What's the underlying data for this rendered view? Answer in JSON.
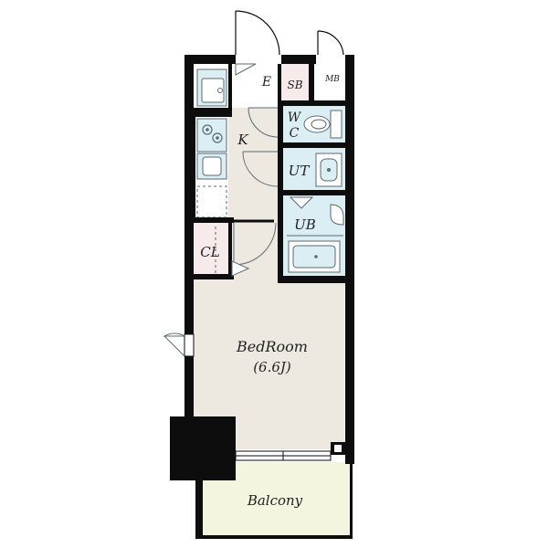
{
  "rooms": {
    "entrance": "E",
    "shoe_box": "SB",
    "meter_box": "MB",
    "wc_line1": "W",
    "wc_line2": "C",
    "kitchen": "K",
    "utility": "UT",
    "unit_bath": "UB",
    "closet": "CL",
    "bedroom_name": "BedRoom",
    "bedroom_size": "(6.6J)",
    "balcony": "Balcony"
  },
  "colors": {
    "wall": "#0d0d0d",
    "floor": "#ede9e1",
    "wet_area": "#dbeef4",
    "storage": "#f6ebea",
    "balcony": "#f3f5de",
    "fixture_stroke": "#5b6b72"
  }
}
